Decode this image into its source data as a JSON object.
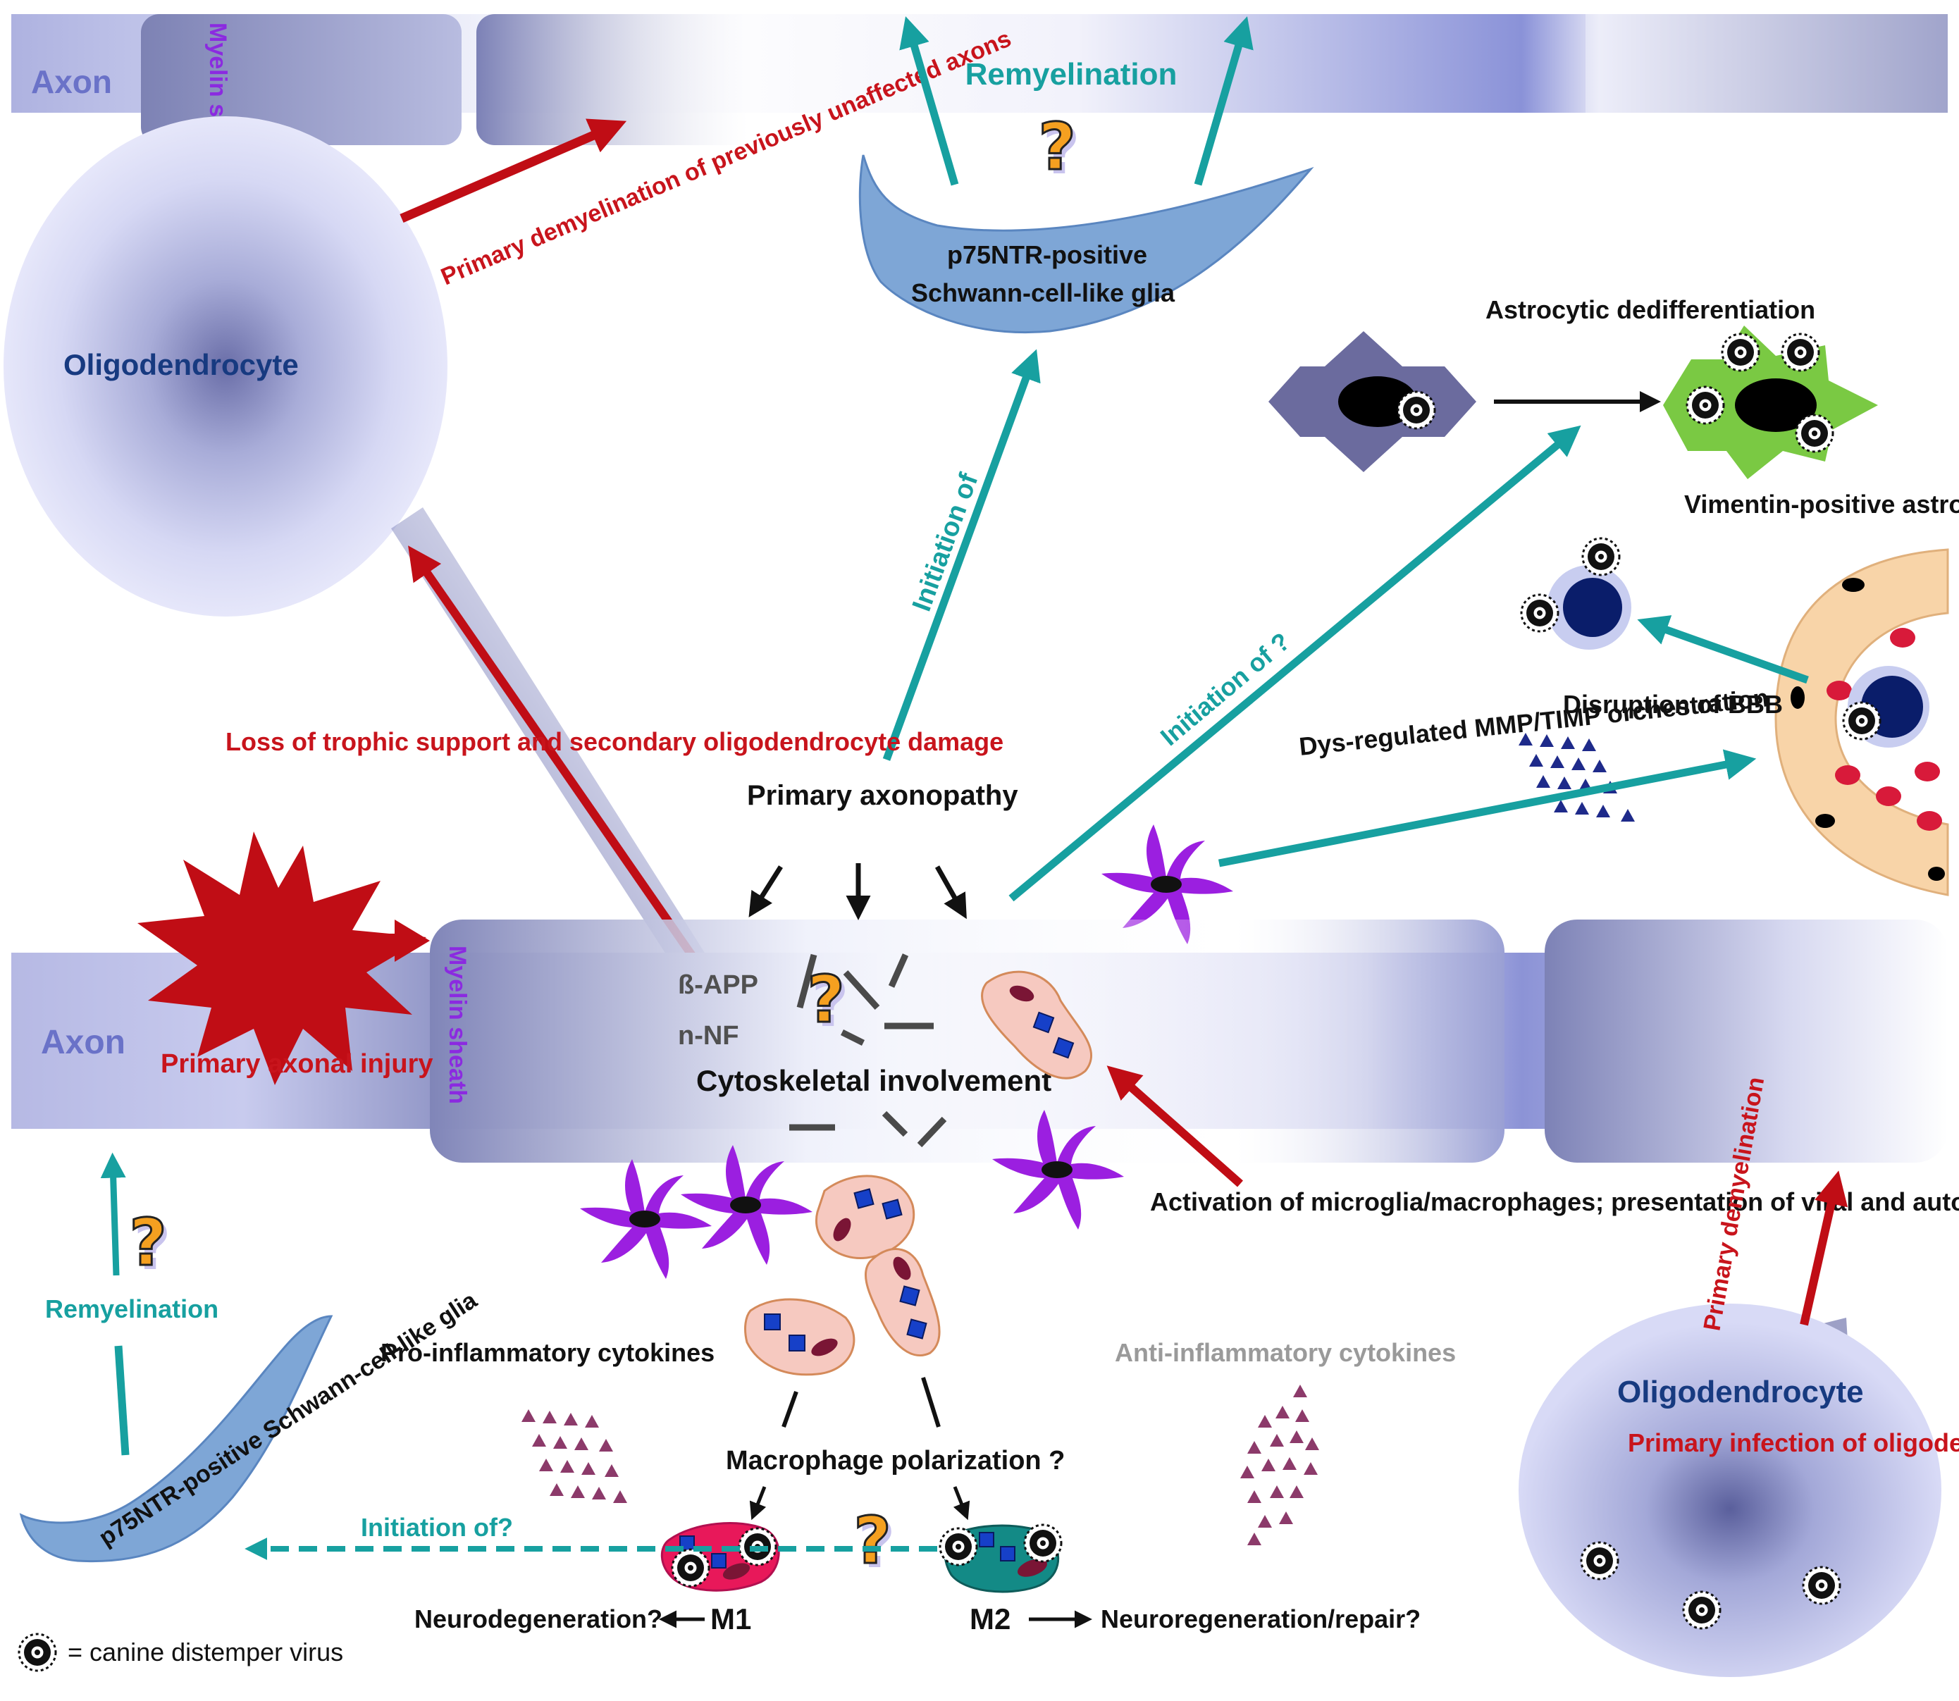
{
  "labels": {
    "axon_top": "Axon",
    "myelin_top": "Myelin sheath",
    "remyelination_top": "Remyelination",
    "demyelination_unaffected": "Primary demyelination of previously unaffected axons",
    "oligodendrocyte_left": "Oligodendrocyte",
    "p75_top_line1": "p75NTR-positive",
    "p75_top_line2": "Schwann-cell-like glia",
    "astrocytic_dediff": "Astrocytic dedifferentiation",
    "vimentin_astrocytes": "Vimentin-positive astrocytes",
    "initiation_of": "Initiation of",
    "initiation_of_q": "Initiation of ?",
    "disruption_bbb": "Disruption of BBB",
    "mmp_timp": "Dys-regulated MMP/TIMP orchestration",
    "loss_trophic": "Loss of trophic support and secondary oligodendrocyte damage",
    "primary_axonopathy": "Primary axonopathy",
    "axon_middle": "Axon",
    "primary_axonal_injury": "Primary axonal injury",
    "myelin_middle": "Myelin sheath",
    "beta_app": "ß-APP",
    "n_nf": "n-NF",
    "cytoskeletal": "Cytoskeletal involvement",
    "activation_microglia": "Activation of microglia/macrophages; presentation of viral and autoantigens → autoimmune myelin damage",
    "remyelination_bottom": "Remyelination",
    "pro_inflammatory": "Pro-inflammatory cytokines",
    "anti_inflammatory": "Anti-inflammatory cytokines",
    "primary_demyelination": "Primary demyelination",
    "oligodendrocyte_right": "Oligodendrocyte",
    "primary_infection": "Primary infection of oligodendrocytes and/or oligodendroglial dystrophy",
    "macrophage_polarization": "Macrophage polarization ?",
    "p75_bottom": "p75NTR-positive Schwann-cell-like glia",
    "initiation_of_dashed": "Initiation of?",
    "neurodegeneration": "Neurodegeneration?",
    "m1": "M1",
    "m2": "M2",
    "neuroregeneration": "Neuroregeneration/repair?",
    "legend_virus": "= canine distemper virus"
  },
  "colors": {
    "red_text": "#c8141c",
    "teal": "#17a0a0",
    "axon_band": "#8e94c8",
    "microglia": "#9b1fe0",
    "astrocyte_dark": "#6b6b9e",
    "astrocyte_green": "#7ac943",
    "question_orange": "#f5a020",
    "macrophage_pink": "#f6c9c0",
    "m1_red": "#e8185a",
    "m2_teal": "#138a86"
  },
  "icons": {
    "virus": "virus-icon",
    "question": "question-mark-icon",
    "microglia": "microglia-icon",
    "macrophage": "macrophage-icon",
    "explosion": "injury-burst-icon"
  }
}
